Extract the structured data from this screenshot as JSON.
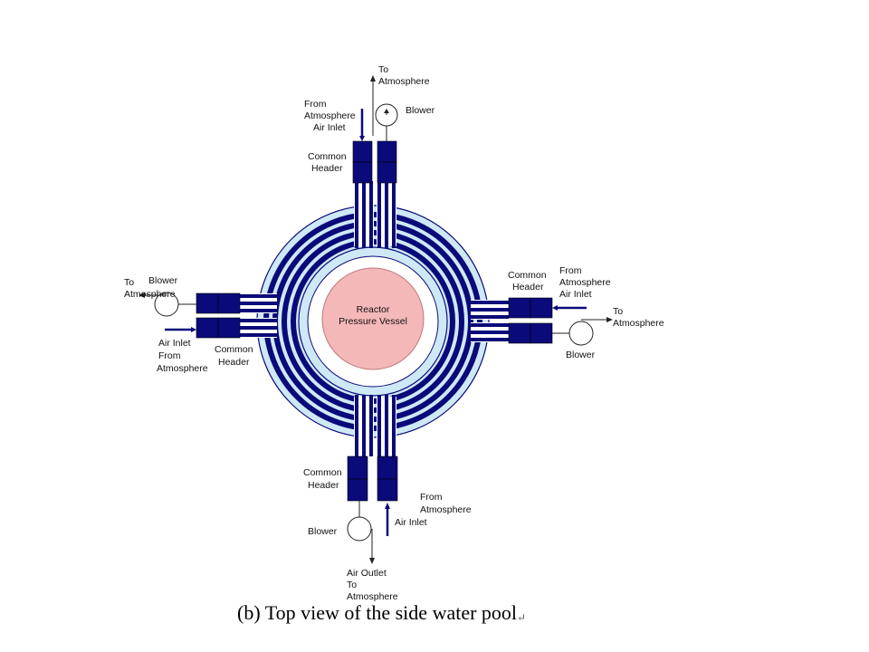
{
  "labels": {
    "reactor_line1": "Reactor",
    "reactor_line2": "Pressure Vessel",
    "top": {
      "to_atm_1": "To",
      "to_atm_2": "Atmosphere",
      "blower": "Blower",
      "from_atm_1": "From",
      "from_atm_2": "Atmosphere",
      "air_inlet": "Air Inlet",
      "header_1": "Common",
      "header_2": "Header"
    },
    "right": {
      "header_1": "Common",
      "header_2": "Header",
      "from_atm_1": "From",
      "from_atm_2": "Atmosphere",
      "air_inlet": "Air Inlet",
      "to_atm_1": "To",
      "to_atm_2": "Atmosphere",
      "blower": "Blower"
    },
    "left": {
      "to_atm_1": "To",
      "to_atm_2": "Atmosphere",
      "blower": "Blower",
      "air_inlet": "Air Inlet",
      "from_atm_1": "From",
      "from_atm_2": "Atmosphere",
      "header_1": "Common",
      "header_2": "Header"
    },
    "bottom": {
      "header_1": "Common",
      "header_2": "Header",
      "from_atm_1": "From",
      "from_atm_2": "Atmosphere",
      "air_inlet": "Air Inlet",
      "blower": "Blower",
      "outlet_1": "Air Outlet",
      "outlet_2": "To",
      "outlet_3": "Atmosphere"
    }
  },
  "caption": "(b) Top view of the side water pool",
  "caption_mark": "↵",
  "colors": {
    "pipe": "#0a0a7a",
    "pool_outer": "#cfe8f5",
    "reactor": "#f5b8b8",
    "reactor_stroke": "#c07878",
    "line": "#222222"
  }
}
